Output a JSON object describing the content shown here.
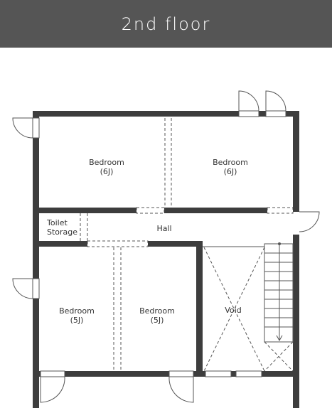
{
  "header": {
    "title": "2nd floor"
  },
  "colors": {
    "header_bg": "#555555",
    "wall": "#3d3d3d",
    "line": "#555555"
  },
  "rooms": {
    "bedroom_top_left": {
      "name": "Bedroom",
      "size": "(6J)"
    },
    "bedroom_top_right": {
      "name": "Bedroom",
      "size": "(6J)"
    },
    "toilet": {
      "line1": "Toilet",
      "line2": "Storage"
    },
    "hall": {
      "name": "Hall"
    },
    "bedroom_bottom_left": {
      "name": "Bedroom",
      "size": "(5J)"
    },
    "bedroom_bottom_mid": {
      "name": "Bedroom",
      "size": "(5J)"
    },
    "void": {
      "name": "Void"
    }
  }
}
